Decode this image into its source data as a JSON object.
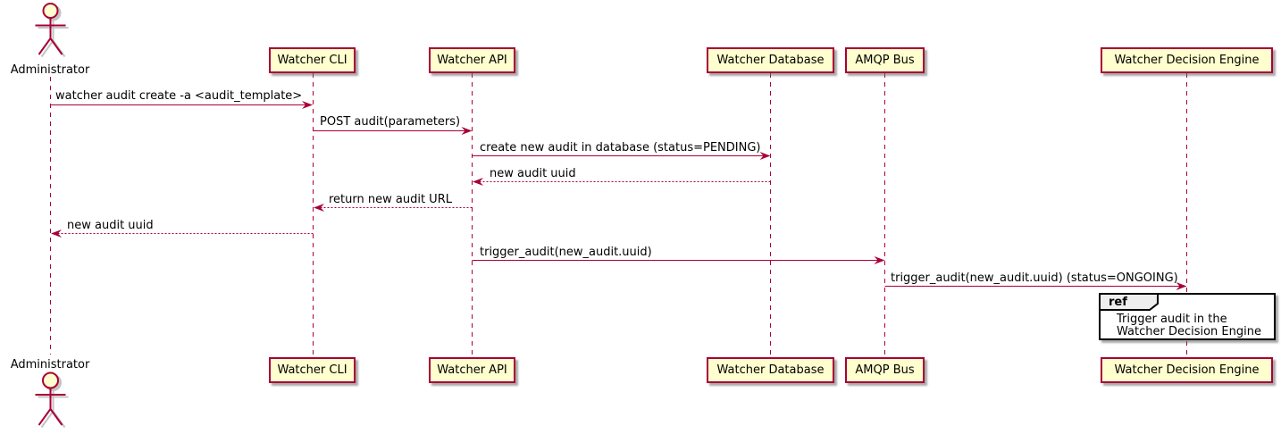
{
  "diagram": {
    "type": "sequence-diagram",
    "actor": {
      "name": "Administrator"
    },
    "participants": [
      {
        "name": "Watcher CLI"
      },
      {
        "name": "Watcher API"
      },
      {
        "name": "Watcher Database"
      },
      {
        "name": "AMQP Bus"
      },
      {
        "name": "Watcher Decision Engine"
      }
    ],
    "messages": [
      {
        "from": "Administrator",
        "to": "Watcher CLI",
        "text": "watcher audit create -a <audit_template>",
        "line": "solid"
      },
      {
        "from": "Watcher CLI",
        "to": "Watcher API",
        "text": "POST audit(parameters)",
        "line": "solid"
      },
      {
        "from": "Watcher API",
        "to": "Watcher Database",
        "text": "create new audit in database (status=PENDING)",
        "line": "solid"
      },
      {
        "from": "Watcher Database",
        "to": "Watcher API",
        "text": "new audit uuid",
        "line": "dashed"
      },
      {
        "from": "Watcher API",
        "to": "Watcher CLI",
        "text": "return new audit URL",
        "line": "dashed"
      },
      {
        "from": "Watcher CLI",
        "to": "Administrator",
        "text": "new audit uuid",
        "line": "dashed"
      },
      {
        "from": "Watcher API",
        "to": "AMQP Bus",
        "text": "trigger_audit(new_audit.uuid)",
        "line": "solid"
      },
      {
        "from": "AMQP Bus",
        "to": "Watcher Decision Engine",
        "text": "trigger_audit(new_audit.uuid) (status=ONGOING)",
        "line": "solid"
      }
    ],
    "ref": {
      "keyword": "ref",
      "over": "Watcher Decision Engine",
      "lines": [
        "Trigger audit in the",
        "Watcher Decision Engine"
      ]
    }
  },
  "colors": {
    "background": "#ffffff",
    "participant_fill": "#fefece",
    "stroke": "#a80036",
    "text": "#000000",
    "ref_border": "#000000",
    "ref_tab_fill": "#eeeeee",
    "shadow": "#888888"
  }
}
